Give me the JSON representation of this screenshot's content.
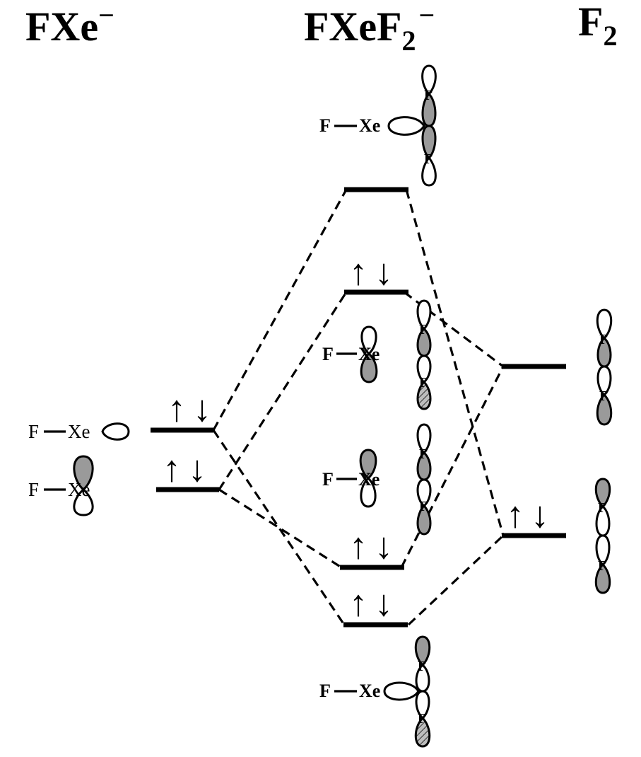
{
  "headings": {
    "left": {
      "base": "FXe",
      "sup": "−"
    },
    "middle": {
      "base": "FXeF",
      "sub": "2",
      "sup": "−"
    },
    "right": {
      "base": "F",
      "sub": "2"
    }
  },
  "atom_labels": {
    "f": "F",
    "xe": "Xe"
  },
  "electron_arrows": {
    "up": "↑",
    "down": "↓"
  },
  "orbital_shading": {
    "positive": "#ffffff",
    "negative": "#9a9a9a",
    "hatched": "hatch-pattern"
  }
}
